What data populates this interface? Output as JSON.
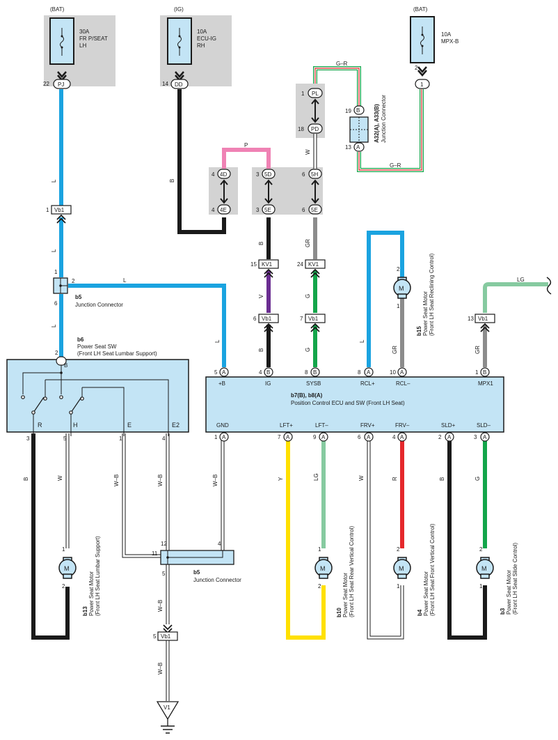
{
  "colors": {
    "L": "#1aa3e0",
    "B": "#1a1a1a",
    "P": "#ef82b4",
    "W": "#ffffff",
    "GR": "#8c8c8c",
    "V": "#6a2d91",
    "G": "#13a54a",
    "LG": "#86caa0",
    "Y": "#ffe000",
    "R": "#e5282c",
    "component_fill": "#c3e4f5",
    "splice_box": "#d3d3d3"
  },
  "fuses": {
    "f1": {
      "source": "(BAT)",
      "line1": "30A",
      "line2": "FR P/SEAT",
      "line3": "LH",
      "pin": "22",
      "conn": "PJ"
    },
    "f2": {
      "source": "(IG)",
      "line1": "10A",
      "line2": "ECU-IG",
      "line3": "RH",
      "pin": "14",
      "conn": "DD"
    },
    "f3": {
      "source": "(BAT)",
      "line1": "10A",
      "line2": "MPX-B",
      "pin": "2",
      "conn": "1"
    }
  },
  "junction_a": {
    "title": "A32(A), A33(B)",
    "subtitle": "Junction Connector",
    "pin_top": "19",
    "conn_top": "B",
    "pin_bottom": "13",
    "conn_bottom": "A",
    "wire_label": "G–R"
  },
  "inline_connectors": {
    "pl": {
      "pin": "1",
      "name": "PL"
    },
    "pd": {
      "pin": "18",
      "name": "PD"
    },
    "c4d": {
      "pin": "4",
      "name": "4D"
    },
    "c4e": {
      "pin": "4",
      "name": "4E"
    },
    "c5d": {
      "pin": "3",
      "name": "5D"
    },
    "c5e": {
      "pin": "3",
      "name": "5E"
    },
    "c5h": {
      "pin": "6",
      "name": "5H"
    },
    "c5e2": {
      "pin": "6",
      "name": "5E"
    },
    "vb1a": {
      "pin": "1",
      "name": "Vb1"
    },
    "kv1a": {
      "pin": "15",
      "name": "KV1"
    },
    "kv1b": {
      "pin": "24",
      "name": "KV1"
    },
    "vb1b": {
      "pin": "6",
      "name": "Vb1"
    },
    "vb1c": {
      "pin": "7",
      "name": "Vb1"
    },
    "vb1d": {
      "pin": "13",
      "name": "Vb1"
    },
    "vb1e": {
      "pin": "5",
      "name": "Vb1"
    }
  },
  "wire_labels": {
    "l1": "L",
    "l2": "L",
    "l3": "L",
    "l4": "L",
    "l5": "L",
    "l6": "L",
    "b1": "B",
    "p": "P",
    "w1": "W",
    "b2": "B",
    "gr1": "GR",
    "v": "V",
    "g1": "G",
    "b3": "B",
    "g2": "G",
    "gr2": "GR",
    "lg1": "LG",
    "gr3": "GR",
    "b4": "B",
    "w2": "W",
    "wb1": "W–B",
    "wb2": "W–B",
    "wb3": "W–B",
    "wb4": "W–B",
    "wb5": "W–B",
    "y": "Y",
    "lg2": "LG",
    "w3": "W",
    "r": "R",
    "b5": "B",
    "g3": "G"
  },
  "b5_top": {
    "id": "b5",
    "name": "Junction Connector",
    "pin_top": "1",
    "pin_right": "2",
    "pin_bottom": "6"
  },
  "b5_bottom": {
    "id": "b5",
    "name": "Junction Connector",
    "pin_12": "12",
    "pin_11": "11",
    "pin_5": "5",
    "pin_4": "4"
  },
  "b6": {
    "id": "b6",
    "name": "Power Seat SW",
    "desc": "(Front LH Seat Lumbar Support)",
    "top_pin": "2",
    "top_term": "B",
    "terms": [
      "R",
      "H",
      "E",
      "E2"
    ],
    "pins": [
      "3",
      "5",
      "1",
      "4"
    ]
  },
  "ecu": {
    "id": "b7(B), b8(A)",
    "name": "Position Control ECU and SW (Front LH Seat)",
    "top": [
      {
        "pin": "5",
        "conn": "A",
        "label": "+B"
      },
      {
        "pin": "4",
        "conn": "B",
        "label": "IG"
      },
      {
        "pin": "8",
        "conn": "B",
        "label": "SYSB"
      },
      {
        "pin": "8",
        "conn": "A",
        "label": "RCL+"
      },
      {
        "pin": "10",
        "conn": "A",
        "label": "RCL–"
      },
      {
        "pin": "1",
        "conn": "B",
        "label": "MPX1"
      }
    ],
    "bottom": [
      {
        "pin": "1",
        "conn": "A",
        "label": "GND"
      },
      {
        "pin": "7",
        "conn": "A",
        "label": "LFT+"
      },
      {
        "pin": "9",
        "conn": "A",
        "label": "LFT–"
      },
      {
        "pin": "6",
        "conn": "A",
        "label": "FRV+"
      },
      {
        "pin": "4",
        "conn": "A",
        "label": "FRV–"
      },
      {
        "pin": "2",
        "conn": "A",
        "label": "SLD+"
      },
      {
        "pin": "3",
        "conn": "A",
        "label": "SLD–"
      }
    ]
  },
  "motors": {
    "b15": {
      "id": "b15",
      "name": "Power Seat Motor",
      "desc": "(Front LH Seat Reclining Control)",
      "pin_top": "2",
      "pin_bottom": "1",
      "glyph": "M"
    },
    "b13": {
      "id": "b13",
      "name": "Power Seat Motor",
      "desc": "(Front LH Seat Lumbar Support)",
      "pin_top": "1",
      "pin_bottom": "2",
      "glyph": "M"
    },
    "b10": {
      "id": "b10",
      "name": "Power Seat Motor",
      "desc": "(Front LH Seat Rear Vertical Control)",
      "pin_top": "1",
      "pin_bottom": "2",
      "glyph": "M"
    },
    "b4": {
      "id": "b4",
      "name": "Power Seat Motor",
      "desc": "(Front LH Seat Front Vertical Control)",
      "pin_top": "2",
      "pin_bottom": "1",
      "glyph": "M"
    },
    "b3": {
      "id": "b3",
      "name": "Power Seat Motor",
      "desc": "(Front LH Seat Slide Control)",
      "pin_top": "2",
      "pin_bottom": "1",
      "glyph": "M"
    }
  },
  "ground": {
    "label": "V1"
  }
}
